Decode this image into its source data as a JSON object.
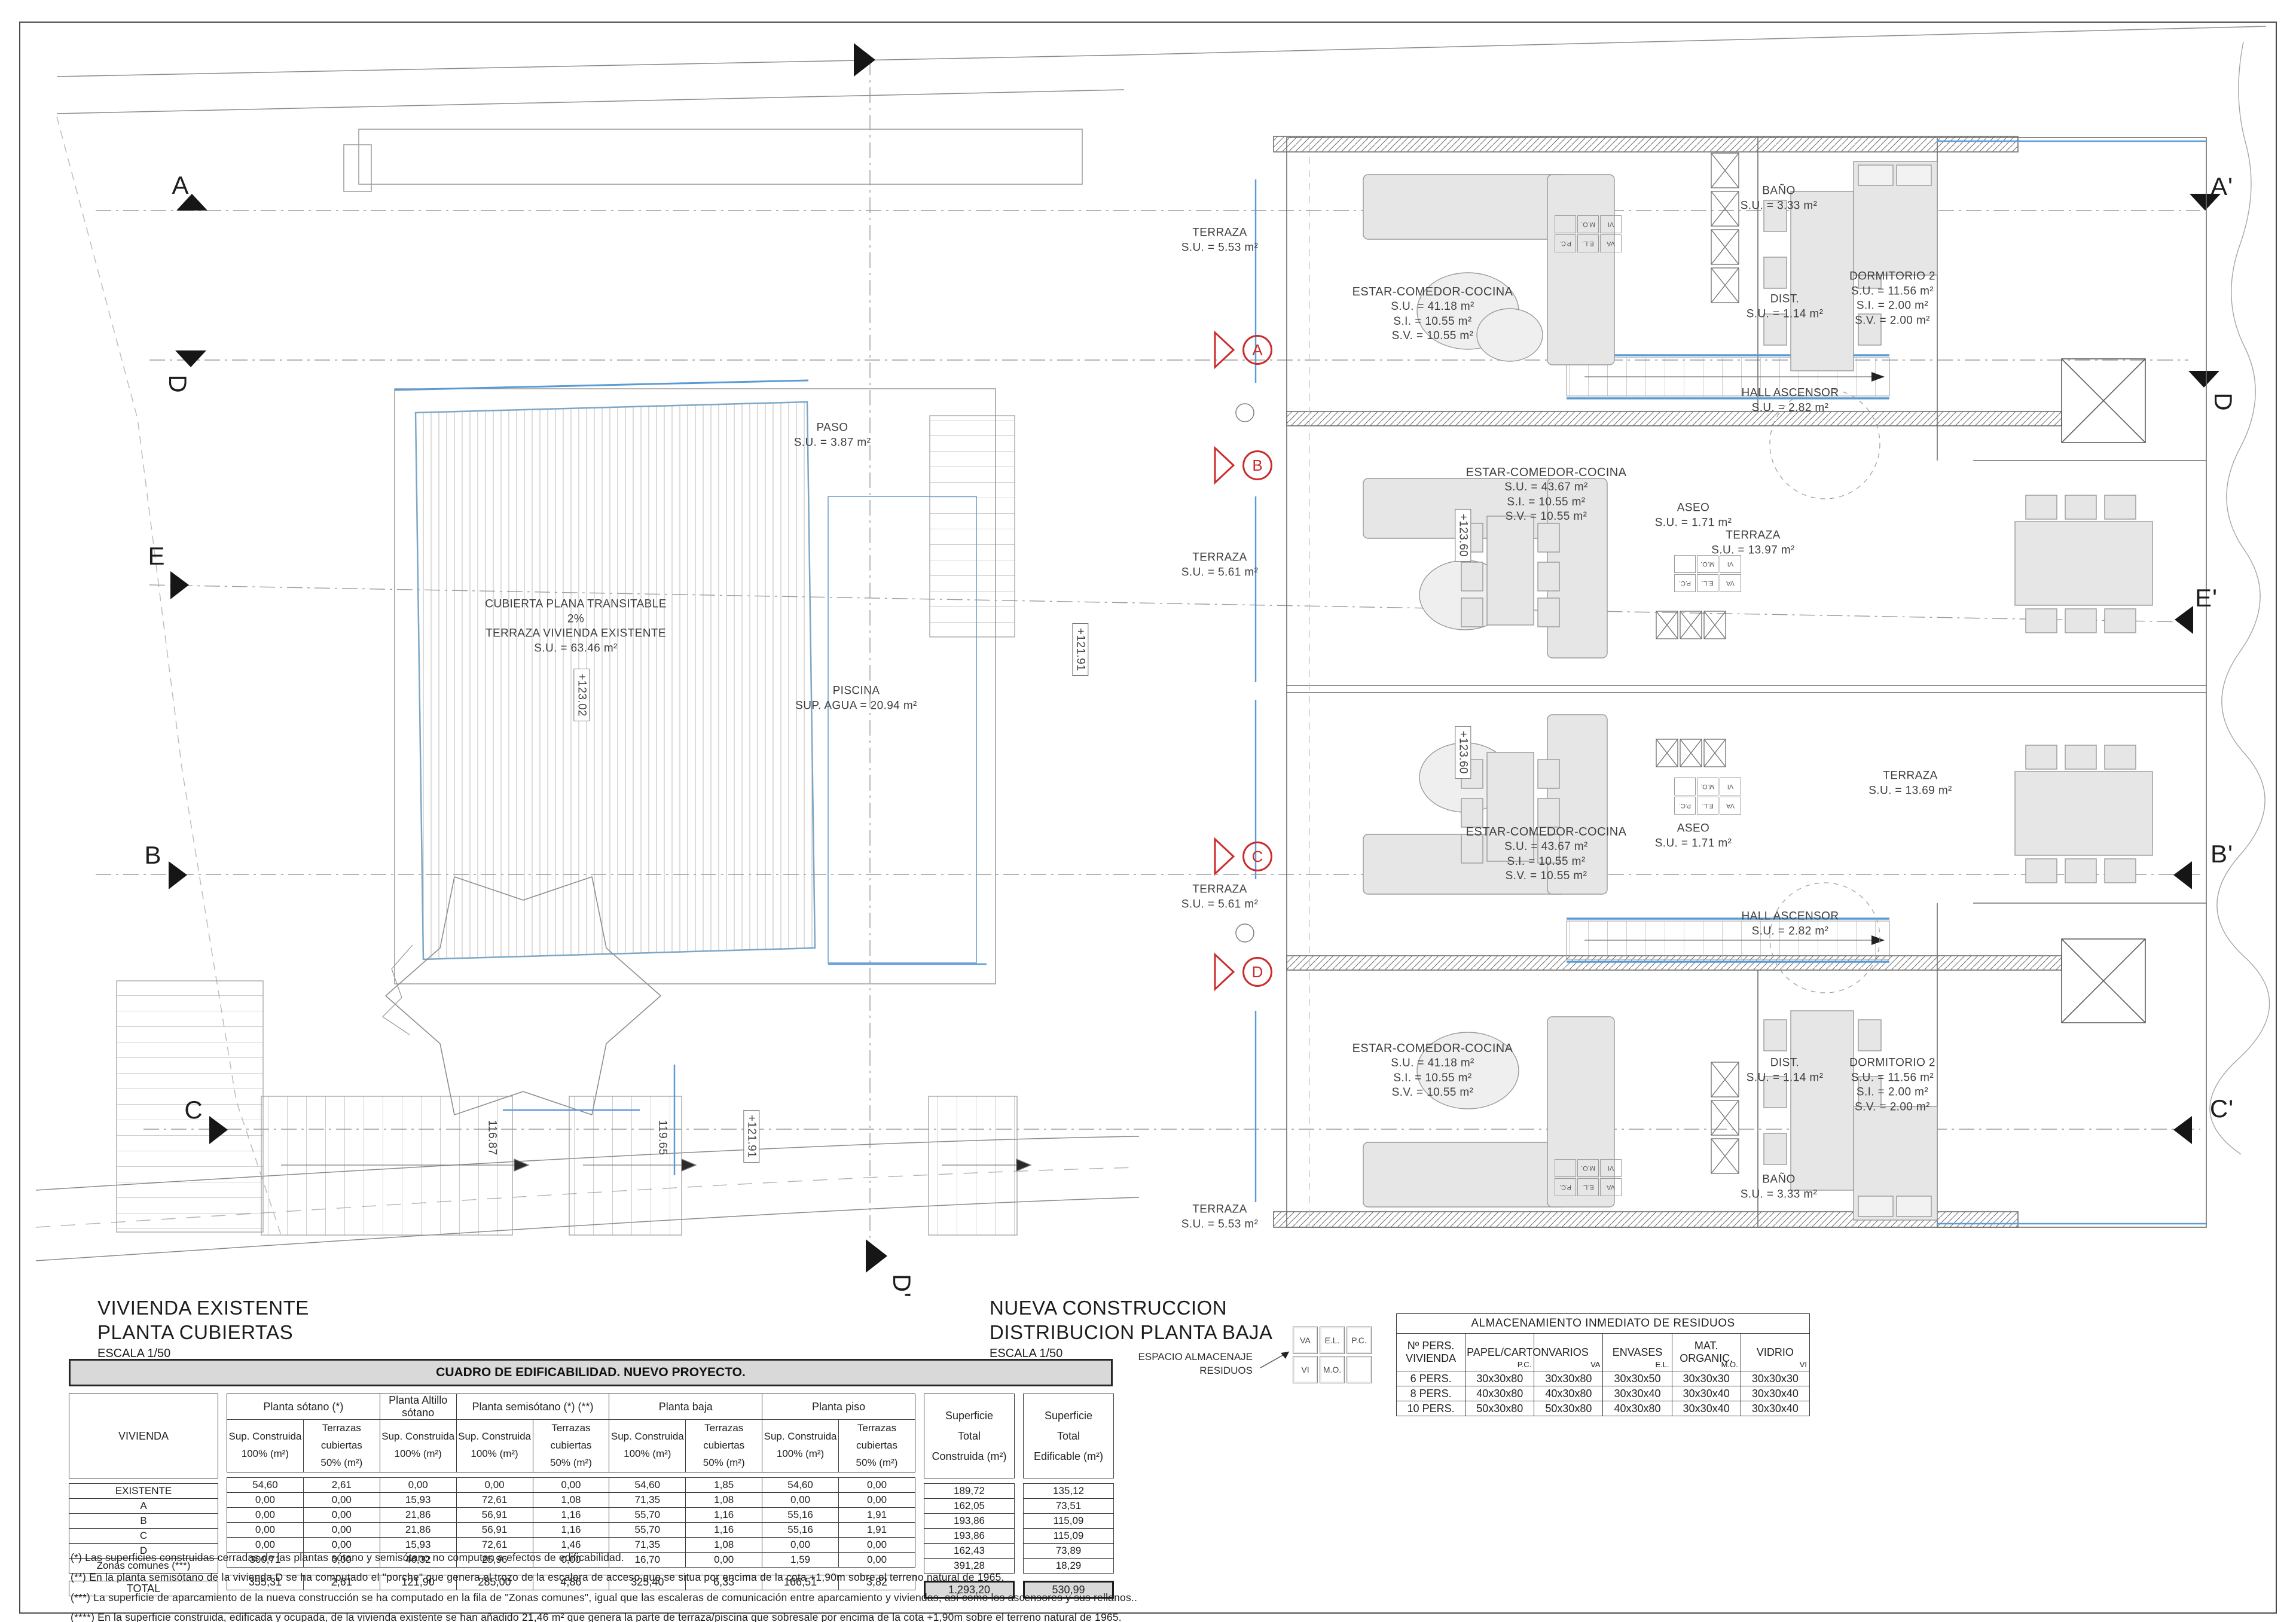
{
  "titles": {
    "left": {
      "l1": "VIVIENDA EXISTENTE",
      "l2": "PLANTA CUBIERTAS",
      "scale": "ESCALA 1/50"
    },
    "right": {
      "l1": "NUEVA CONSTRUCCION",
      "l2": "DISTRIBUCION PLANTA BAJA",
      "scale": "ESCALA 1/50"
    }
  },
  "sections": {
    "a": "A",
    "a2": "A'",
    "d": "D",
    "d2": "D'",
    "e": "E",
    "e2": "E'",
    "b": "B",
    "b2": "B'",
    "c": "C",
    "c2": "C'"
  },
  "left_plan": {
    "cubierta": [
      "CUBIERTA PLANA TRANSITABLE",
      "2%",
      "TERRAZA VIVIENDA EXISTENTE",
      "S.U. = 63.46 m²"
    ],
    "paso": [
      "PASO",
      "S.U. = 3.87 m²"
    ],
    "piscina": [
      "PISCINA",
      "SUP. AGUA = 20.94 m²"
    ],
    "elev_12302": "+123.02",
    "elev_12191": "+121.91",
    "elev_11687": "116.87",
    "elev_11965": "119.65"
  },
  "right_plan": {
    "elev_12360": "+123.60",
    "units": {
      "a": {
        "marker": "A",
        "terraza": [
          "TERRAZA",
          "S.U. = 5.53 m²"
        ],
        "estar": [
          "ESTAR-COMEDOR-COCINA",
          "S.U. = 41.18 m²",
          "S.I. = 10.55 m²",
          "S.V. = 10.55 m²"
        ],
        "bano": [
          "BAÑO",
          "S.U. = 3.33 m²"
        ],
        "dist": [
          "DIST.",
          "S.U. = 1.14 m²"
        ],
        "dorm": [
          "DORMITORIO 2",
          "S.U. = 11.56 m²",
          "S.I. = 2.00 m²",
          "S.V. = 2.00 m²"
        ],
        "hall": [
          "HALL ASCENSOR",
          "S.U. = 2.82 m²"
        ]
      },
      "b": {
        "marker": "B",
        "terraza": [
          "TERRAZA",
          "S.U. = 5.61 m²"
        ],
        "estar": [
          "ESTAR-COMEDOR-COCINA",
          "S.U. = 43.67 m²",
          "S.I. = 10.55 m²",
          "S.V. = 10.55 m²"
        ],
        "aseo": [
          "ASEO",
          "S.U. = 1.71 m²"
        ],
        "terraza2": [
          "TERRAZA",
          "S.U. = 13.97 m²"
        ]
      },
      "c": {
        "marker": "C",
        "terraza": [
          "TERRAZA",
          "S.U. = 5.61 m²"
        ],
        "estar": [
          "ESTAR-COMEDOR-COCINA",
          "S.U. = 43.67 m²",
          "S.I. = 10.55 m²",
          "S.V. = 10.55 m²"
        ],
        "aseo": [
          "ASEO",
          "S.U. = 1.71 m²"
        ],
        "terraza2": [
          "TERRAZA",
          "S.U. = 13.69 m²"
        ],
        "hall": [
          "HALL ASCENSOR",
          "S.U. = 2.82 m²"
        ]
      },
      "d": {
        "marker": "D",
        "terraza": [
          "TERRAZA",
          "S.U. = 5.53 m²"
        ],
        "estar": [
          "ESTAR-COMEDOR-COCINA",
          "S.U. = 41.18 m²",
          "S.I. = 10.55 m²",
          "S.V. = 10.55 m²"
        ],
        "dist": [
          "DIST.",
          "S.U. = 1.14 m²"
        ],
        "dorm": [
          "DORMITORIO 2",
          "S.U. = 11.56 m²",
          "S.I. = 2.00 m²",
          "S.V. = 2.00 m²"
        ],
        "bano": [
          "BAÑO",
          "S.U. = 3.33 m²"
        ]
      }
    }
  },
  "legend": {
    "label": [
      "ESPACIO ALMACENAJE",
      "RESIDUOS"
    ],
    "grid": [
      [
        "VA",
        "E.L.",
        "P.C."
      ],
      [
        "VI",
        "M.O.",
        ""
      ]
    ]
  },
  "edif": {
    "title": "CUADRO DE EDIFICABILIDAD. NUEVO PROYECTO.",
    "col_vivienda": "VIVIENDA",
    "groups": [
      "Planta sótano (*)",
      "Planta Altillo sótano",
      "Planta semisótano (*) (**)",
      "Planta baja",
      "Planta piso"
    ],
    "sub_sc": "Sup. Construida",
    "sub_tc": "Terrazas cubiertas",
    "sub_100": "100% (m²)",
    "sub_50": "50% (m²)",
    "tot1": [
      "Superficie",
      "Total",
      "Construida (m²)"
    ],
    "tot2": [
      "Superficie",
      "Total",
      "Edificable (m²)"
    ],
    "rows": [
      {
        "label": "EXISTENTE",
        "v": [
          "54,60",
          "2,61",
          "0,00",
          "0,00",
          "0,00",
          "54,60",
          "1,85",
          "54,60",
          "0,00",
          "189,72",
          "135,12"
        ]
      },
      {
        "label": "A",
        "v": [
          "0,00",
          "0,00",
          "15,93",
          "72,61",
          "1,08",
          "71,35",
          "1,08",
          "0,00",
          "0,00",
          "162,05",
          "73,51"
        ]
      },
      {
        "label": "B",
        "v": [
          "0,00",
          "0,00",
          "21,86",
          "56,91",
          "1,16",
          "55,70",
          "1,16",
          "55,16",
          "1,91",
          "193,86",
          "115,09"
        ]
      },
      {
        "label": "C",
        "v": [
          "0,00",
          "0,00",
          "21,86",
          "56,91",
          "1,16",
          "55,70",
          "1,16",
          "55,16",
          "1,91",
          "193,86",
          "115,09"
        ]
      },
      {
        "label": "D",
        "v": [
          "0,00",
          "0,00",
          "15,93",
          "72,61",
          "1,46",
          "71,35",
          "1,08",
          "0,00",
          "0,00",
          "162,43",
          "73,89"
        ]
      },
      {
        "label": "Zonas comunes (***)",
        "v": [
          "300,71",
          "0,00",
          "46,32",
          "25,96",
          "0,00",
          "16,70",
          "0,00",
          "1,59",
          "0,00",
          "391,28",
          "18,29"
        ]
      }
    ],
    "total": {
      "label": "TOTAL",
      "v": [
        "355,31",
        "2,61",
        "121,90",
        "285,00",
        "4,86",
        "325,40",
        "6,33",
        "166,51",
        "3,82",
        "1.293,20",
        "530,99"
      ]
    }
  },
  "residuos": {
    "title": "ALMACENAMIENTO INMEDIATO DE RESIDUOS",
    "col0": [
      "Nº PERS.",
      "VIVIENDA"
    ],
    "cols": [
      {
        "name": "PAPEL/CARTON",
        "abbr": "P.C."
      },
      {
        "name": "VARIOS",
        "abbr": "VA"
      },
      {
        "name": "ENVASES",
        "abbr": "E.L."
      },
      {
        "name": "MAT. ORGANIC.",
        "abbr": "M.O."
      },
      {
        "name": "VIDRIO",
        "abbr": "VI"
      }
    ],
    "rows": [
      {
        "label": "6 PERS.",
        "v": [
          "30x30x80",
          "30x30x80",
          "30x30x50",
          "30x30x30",
          "30x30x30"
        ]
      },
      {
        "label": "8 PERS.",
        "v": [
          "40x30x80",
          "40x30x80",
          "30x30x40",
          "30x30x40",
          "30x30x40"
        ]
      },
      {
        "label": "10 PERS.",
        "v": [
          "50x30x80",
          "50x30x80",
          "40x30x80",
          "30x30x40",
          "30x30x40"
        ]
      }
    ]
  },
  "footnotes": [
    "(*) Las superficies construidas cerradas de las plantas sótano y semisótano no computan a efectos de edificabilidad.",
    "(**) En la planta semisótano de la vivienda D se ha computado el \"porche\" que genera el trozo de la escalera de acceso que se situa por encima de la cota +1,90m sobre el terreno natural de 1965.",
    "(***) La superficie de aparcamiento de la nueva construcción se ha computado en la fila de \"Zonas comunes\", igual que las escaleras de comunicación entre aparcamiento y viviendas, así como los ascensores y sus rellanos..",
    "(****) En la superficie construida, edificada y ocupada, de la vivienda existente se han añadido 21,46 m² que genera la parte de terraza/piscina que sobresale por encima de la cota +1,90m sobre el terreno natural de 1965."
  ]
}
